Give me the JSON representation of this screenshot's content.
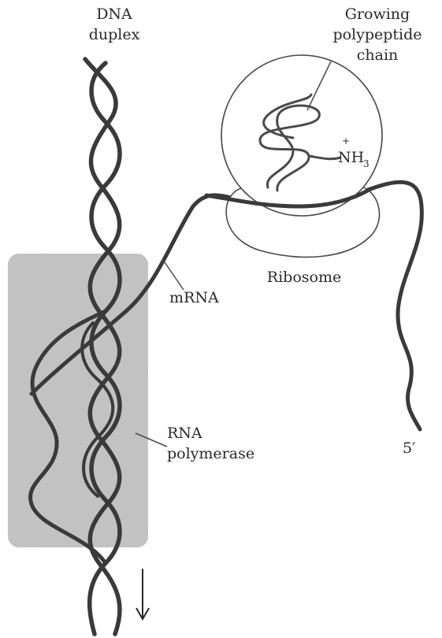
{
  "labels": {
    "dna_line1": "DNA",
    "dna_line2": "duplex",
    "growing_line1": "Growing",
    "growing_line2": "polypeptide",
    "growing_line3": "chain",
    "nh3_base": "NH",
    "nh3_sub": "3",
    "nh3_charge": "+",
    "ribosome": "Ribosome",
    "mrna": "mRNA",
    "rnap_line1": "RNA",
    "rnap_line2": "polymerase",
    "five_prime": "5′"
  },
  "colors": {
    "ink": "#3a3a3a",
    "polymerase_fill": "#bdbdbd",
    "background": "#ffffff"
  }
}
